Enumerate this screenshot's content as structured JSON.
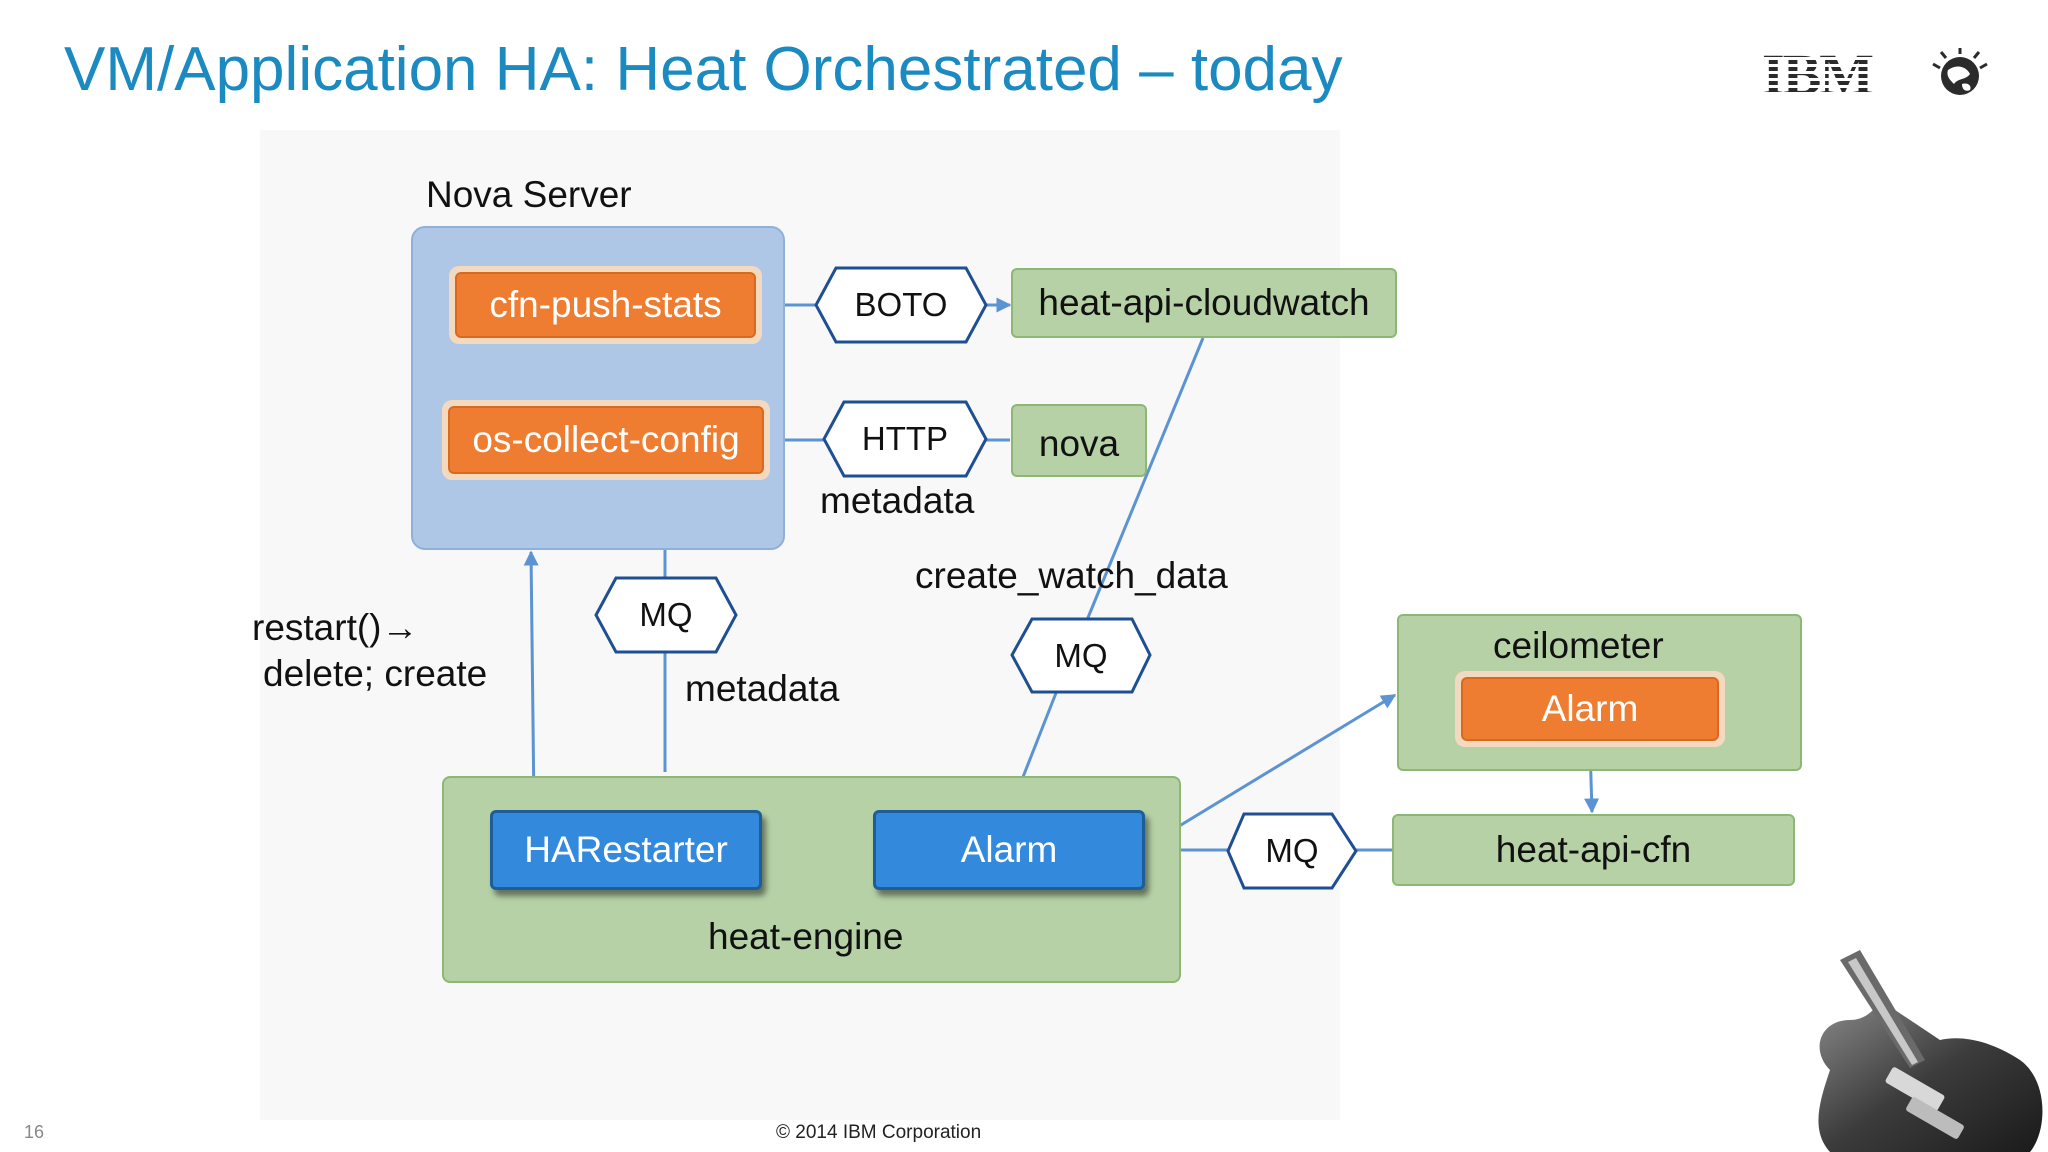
{
  "slide": {
    "title": "VM/Application HA: Heat Orchestrated – today",
    "page_number": "16",
    "copyright": "© 2014 IBM Corporation",
    "logo_text": "IBM",
    "accent_color": "#1b8ac0"
  },
  "diagram": {
    "nova_server": {
      "title": "Nova Server",
      "cfn_push_stats": "cfn-push-stats",
      "os_collect_config": "os-collect-config"
    },
    "hexagons": {
      "boto": "BOTO",
      "http": "HTTP",
      "mq_metadata": "MQ",
      "mq_watch": "MQ",
      "mq_cfn": "MQ"
    },
    "services": {
      "heat_api_cloudwatch": "heat-api-cloudwatch",
      "nova": "nova",
      "heat_api_cfn": "heat-api-cfn"
    },
    "ceilometer": {
      "title": "ceilometer",
      "alarm": "Alarm"
    },
    "heat_engine": {
      "title": "heat-engine",
      "harestarter": "HARestarter",
      "alarm": "Alarm"
    },
    "labels": {
      "metadata_http": "metadata",
      "create_watch_data": "create_watch_data",
      "restart_line1": "restart()→",
      "restart_line2": "delete; create",
      "metadata_mq": "metadata"
    },
    "colors": {
      "orange": "#ee7d31",
      "blue": "#3389dc",
      "green": "#b6d1a6",
      "nova_blue": "#aec7e6",
      "arrow": "#5b93d3"
    }
  }
}
